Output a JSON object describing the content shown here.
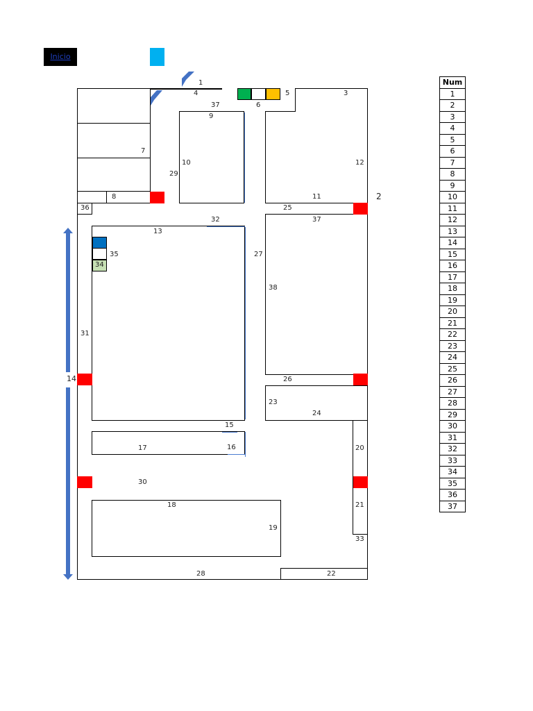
{
  "inicio_link": "Inicio",
  "colors": {
    "exit_red": "#ff0000",
    "top_blue_square": "#00b0f0",
    "green": "#00b050",
    "orange": "#ffc000",
    "dark_blue": "#0070c0",
    "light_green": "#c6e0b4",
    "arrow_blue": "#4472c4"
  },
  "side_label": "2",
  "table": {
    "header": "Num",
    "rows": [
      "1",
      "2",
      "3",
      "4",
      "5",
      "6",
      "7",
      "8",
      "9",
      "10",
      "11",
      "12",
      "13",
      "14",
      "15",
      "16",
      "17",
      "18",
      "19",
      "20",
      "21",
      "22",
      "23",
      "24",
      "25",
      "26",
      "27",
      "28",
      "29",
      "30",
      "31",
      "32",
      "33",
      "34",
      "35",
      "36",
      "37"
    ]
  },
  "labels": {
    "l1": "1",
    "l3": "3",
    "l4": "4",
    "l5": "5",
    "l6": "6",
    "l7": "7",
    "l8": "8",
    "l9": "9",
    "l10": "10",
    "l11": "11",
    "l12": "12",
    "l13": "13",
    "l14": "14",
    "l15": "15",
    "l16": "16",
    "l17": "17",
    "l18": "18",
    "l19": "19",
    "l20": "20",
    "l21": "21",
    "l22": "22",
    "l23": "23",
    "l24": "24",
    "l25": "25",
    "l26": "26",
    "l27": "27",
    "l28": "28",
    "l29": "29",
    "l30": "30",
    "l31": "31",
    "l32": "32",
    "l33": "33",
    "l34": "34",
    "l35": "35",
    "l36": "36",
    "l37a": "37",
    "l37b": "37",
    "l38": "38"
  }
}
